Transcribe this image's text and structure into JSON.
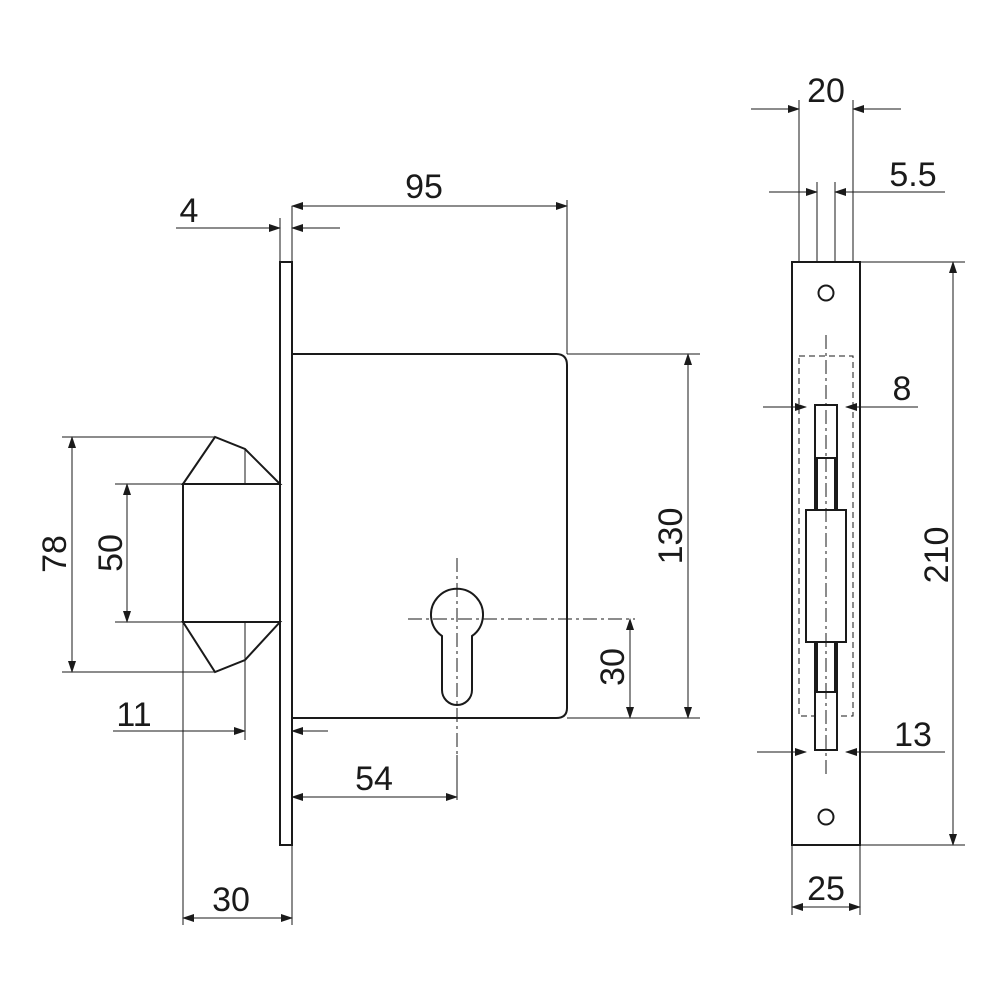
{
  "dimensions": {
    "faceplate_thickness": "4",
    "case_depth": "95",
    "bolt_height_outer": "78",
    "bolt_height_inner": "50",
    "case_height": "130",
    "cylinder_height": "30",
    "faceplate_offset": "11",
    "backset": "54",
    "bolt_throw": "30",
    "faceplate_width_top": "20",
    "bolt_width": "5.5",
    "slot_width": "8",
    "width_13": "13",
    "faceplate_length": "210",
    "faceplate_width": "25"
  },
  "line_color": "#1a1a1a",
  "background": "#ffffff"
}
